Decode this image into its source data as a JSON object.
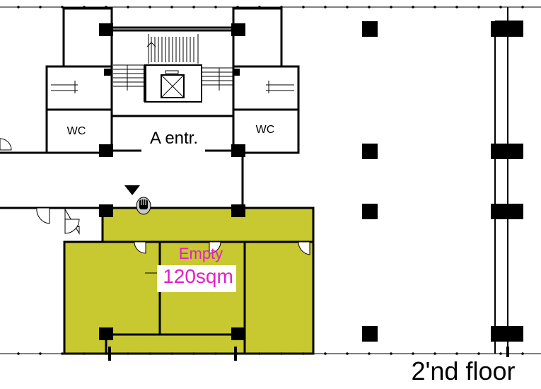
{
  "floor_plan": {
    "floor_label": "2'nd floor",
    "entrance_label": "A entr.",
    "restrooms": [
      {
        "label": "WC"
      },
      {
        "label": "WC"
      }
    ],
    "unit": {
      "status": "Empty",
      "area": "120sqm",
      "fill_color": "#c8c830",
      "text_color": "#e020c8"
    },
    "location_marker": {
      "icon": "triangle-down-icon"
    },
    "cursor": {
      "icon": "grab-hand-icon"
    }
  }
}
